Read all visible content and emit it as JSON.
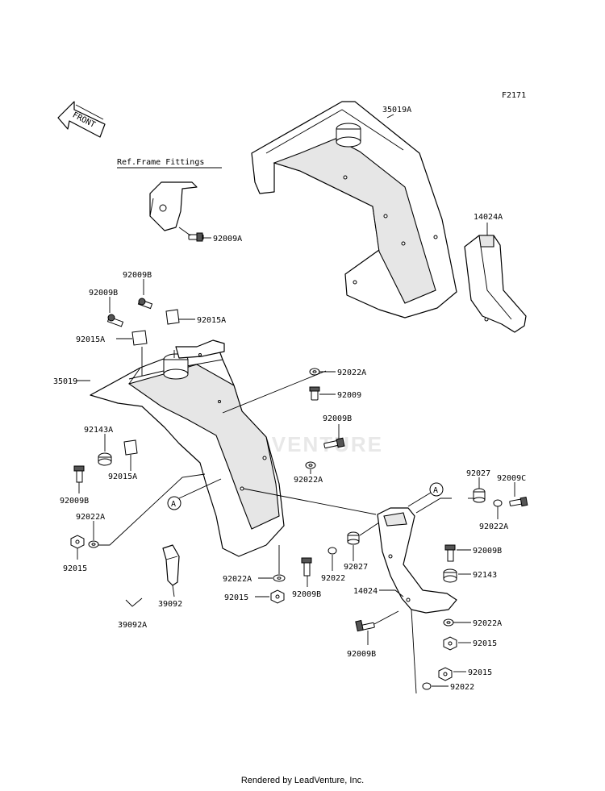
{
  "figure_code": "F2171",
  "front_label": "FRONT",
  "reference_label": "Ref.Frame Fittings",
  "watermark": "LEADVENTURE",
  "footer": "Rendered by LeadVenture, Inc.",
  "callouts": {
    "l35019A": "35019A",
    "l14024A": "14024A",
    "l92009A": "92009A",
    "l92009B_1": "92009B",
    "l92009B_2": "92009B",
    "l92015A_1": "92015A",
    "l92015A_2": "92015A",
    "l35019": "35019",
    "l92022A_1": "92022A",
    "l92009_1": "92009",
    "l92009B_3": "92009B",
    "l92143A": "92143A",
    "l92015A_3": "92015A",
    "l92022A_2": "92022A",
    "l92009B_4": "92009B",
    "l92022A_3": "92022A",
    "l92015_1": "92015",
    "l39092": "39092",
    "l39092A": "39092A",
    "l92022A_4": "92022A",
    "l92015_2": "92015",
    "l92009B_5": "92009B",
    "l92022_1": "92022",
    "l92027_1": "92027",
    "l92027_2": "92027",
    "l92009C": "92009C",
    "l92022A_5": "92022A",
    "l92009B_6": "92009B",
    "l92143": "92143",
    "l14024": "14024",
    "l92022A_6": "92022A",
    "l92009B_7": "92009B",
    "l92015_3": "92015",
    "l92015_4": "92015",
    "l92022_2": "92022",
    "ref_A_1": "A",
    "ref_A_2": "A"
  }
}
